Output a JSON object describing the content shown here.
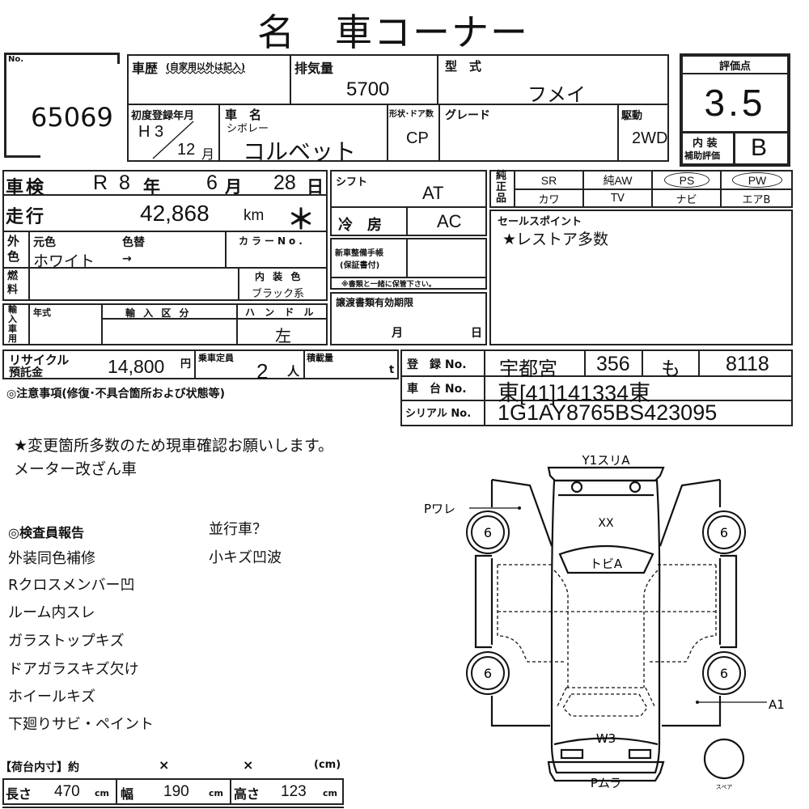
{
  "title": "名　車コーナー",
  "lot": {
    "label": "No.",
    "value": "65069"
  },
  "history": {
    "label": "車歴",
    "note": "(自家用以外は記入)"
  },
  "displacement": {
    "label": "排気量",
    "value": "5700"
  },
  "model_code": {
    "label": "型　式",
    "value": "フメイ"
  },
  "first_reg": {
    "label": "初度登録年月",
    "year": "H 3",
    "month": "12",
    "month_unit": "月"
  },
  "car_name": {
    "label": "車　名",
    "maker": "シボレー",
    "value": "コルベット"
  },
  "body": {
    "label": "形状･ドア数",
    "value": "CP"
  },
  "grade": {
    "label": "グレード",
    "value": ""
  },
  "drive": {
    "label": "駆動",
    "value": "2WD"
  },
  "score": {
    "label": "評価点",
    "value": "3.5",
    "interior_label1": "内 装",
    "interior_label2": "補助評価",
    "interior_value": "B"
  },
  "inspection": {
    "label": "車検",
    "era": "R",
    "year": "8",
    "year_unit": "年",
    "month": "6",
    "month_unit": "月",
    "day": "28",
    "day_unit": "日"
  },
  "mileage": {
    "label": "走行",
    "value": "42,868",
    "unit": "km",
    "flag": "＊"
  },
  "exterior": {
    "label": "外色",
    "orig_label": "元色",
    "change_label": "色替",
    "orig_value": "ホワイト",
    "change_value": "→",
    "color_no_label": "カラーNo."
  },
  "fuel": {
    "label": "燃料",
    "interior_color_label": "内 装 色",
    "interior_color_value": "ブラック系"
  },
  "import": {
    "label": "輸入車用",
    "year_label": "年式",
    "type_label": "輸 入 区 分",
    "handle_label": "ハ ン ド ル",
    "handle_value": "左"
  },
  "shift": {
    "label": "シフト",
    "value": "AT"
  },
  "ac": {
    "label": "冷　房",
    "value": "AC"
  },
  "service_book": {
    "label1": "新車整備手帳",
    "label2": "(保証書付)",
    "note": "※書類と一緒に保管下さい。"
  },
  "transfer": {
    "label": "譲渡書類有効期限",
    "month_unit": "月",
    "day_unit": "日"
  },
  "genuine": {
    "label": "純正品",
    "row1": [
      "SR",
      "純AW",
      "PS",
      "PW"
    ],
    "row2": [
      "カワ",
      "TV",
      "ナビ",
      "エアB"
    ],
    "circled": [
      "PS",
      "PW"
    ]
  },
  "sales_point": {
    "label": "セールスポイント",
    "value": "★レストア多数"
  },
  "recycle": {
    "label1": "リサイクル",
    "label2": "預託金",
    "value": "14,800",
    "unit": "円"
  },
  "capacity": {
    "label": "乗車定員",
    "value": "2",
    "unit": "人"
  },
  "load": {
    "label": "積載量",
    "unit": "t"
  },
  "caution_label": "◎注意事項(修復･不具合箇所および状態等)",
  "registration": {
    "label": "登　録 No.",
    "city": "宇都宮",
    "class": "356",
    "kana": "も",
    "number": "8118"
  },
  "chassis": {
    "label": "車　台 No.",
    "value": "東[41]141334東"
  },
  "serial": {
    "label": "シリアル No.",
    "value": "1G1AY8765BS423095"
  },
  "notes": [
    "★変更箇所多数のため現車確認お願いします。",
    "メーター改ざん車"
  ],
  "inspector": {
    "label": "◎検査員報告",
    "side": [
      "並行車？",
      "小キズ凹波"
    ],
    "items": [
      "外装同色補修",
      "Rクロスメンバー凹",
      "ルーム内スレ",
      "ガラストップキズ",
      "ドアガラスキズ欠け",
      "ホイールキズ",
      "下廻りサビ・ペイント"
    ]
  },
  "cargo": {
    "label": "【荷台内寸】約",
    "x": "×",
    "unit_hdr": "(cm)",
    "length_label": "長さ",
    "length": "470",
    "width_label": "幅",
    "width": "190",
    "height_label": "高さ",
    "height": "123",
    "unit": "cm"
  },
  "diagram": {
    "rear": "Y1スリA",
    "roof": "XX",
    "glass": "トビA",
    "trunk": "W3",
    "front": "Pムラ",
    "left": "Pワレ",
    "right": "A1",
    "tires": [
      "6",
      "6",
      "6",
      "6"
    ],
    "spare": "スペア"
  }
}
